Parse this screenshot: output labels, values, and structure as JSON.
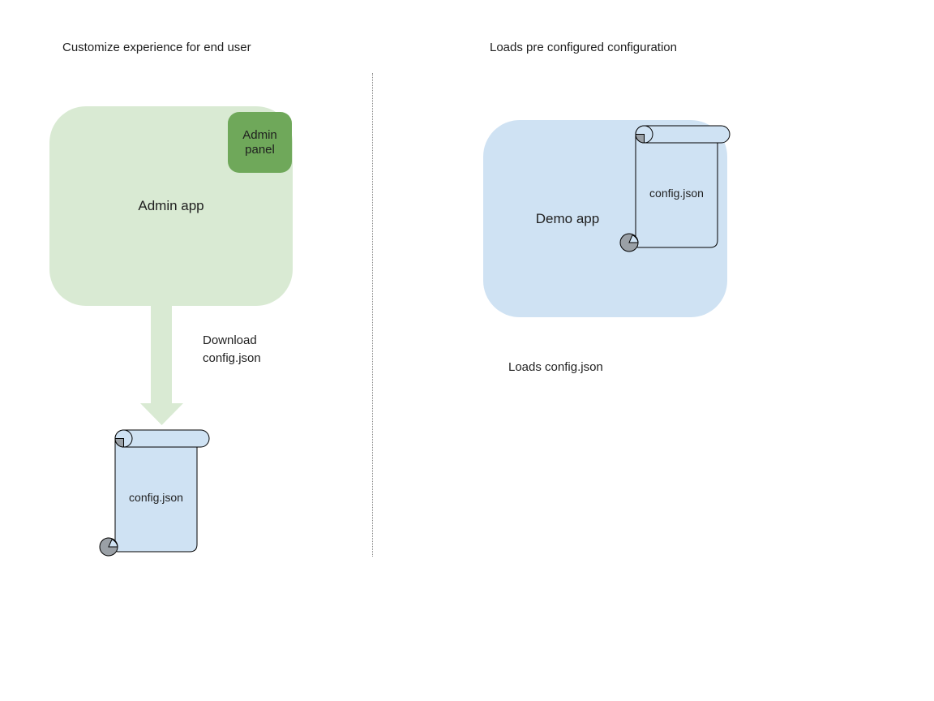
{
  "colors": {
    "app_green": "#d9ead3",
    "panel_green": "#6fa85a",
    "app_blue": "#cfe2f3",
    "scroll_blue": "#cfe2f3",
    "curl_gray": "#9aa0a6",
    "outline": "#000000",
    "text": "#1f1f1f",
    "divider": "#8a8a8a"
  },
  "left_panel": {
    "title": "Customize experience for end user",
    "admin_app": {
      "label": "Admin app"
    },
    "admin_panel": {
      "label": "Admin panel"
    },
    "download_arrow": {
      "label": "Download\nconfig.json"
    },
    "config_scroll": {
      "label": "config.json"
    }
  },
  "right_panel": {
    "title": "Loads pre configured configuration",
    "demo_app": {
      "label": "Demo app"
    },
    "config_scroll": {
      "label": "config.json"
    },
    "caption": "Loads config.json"
  }
}
